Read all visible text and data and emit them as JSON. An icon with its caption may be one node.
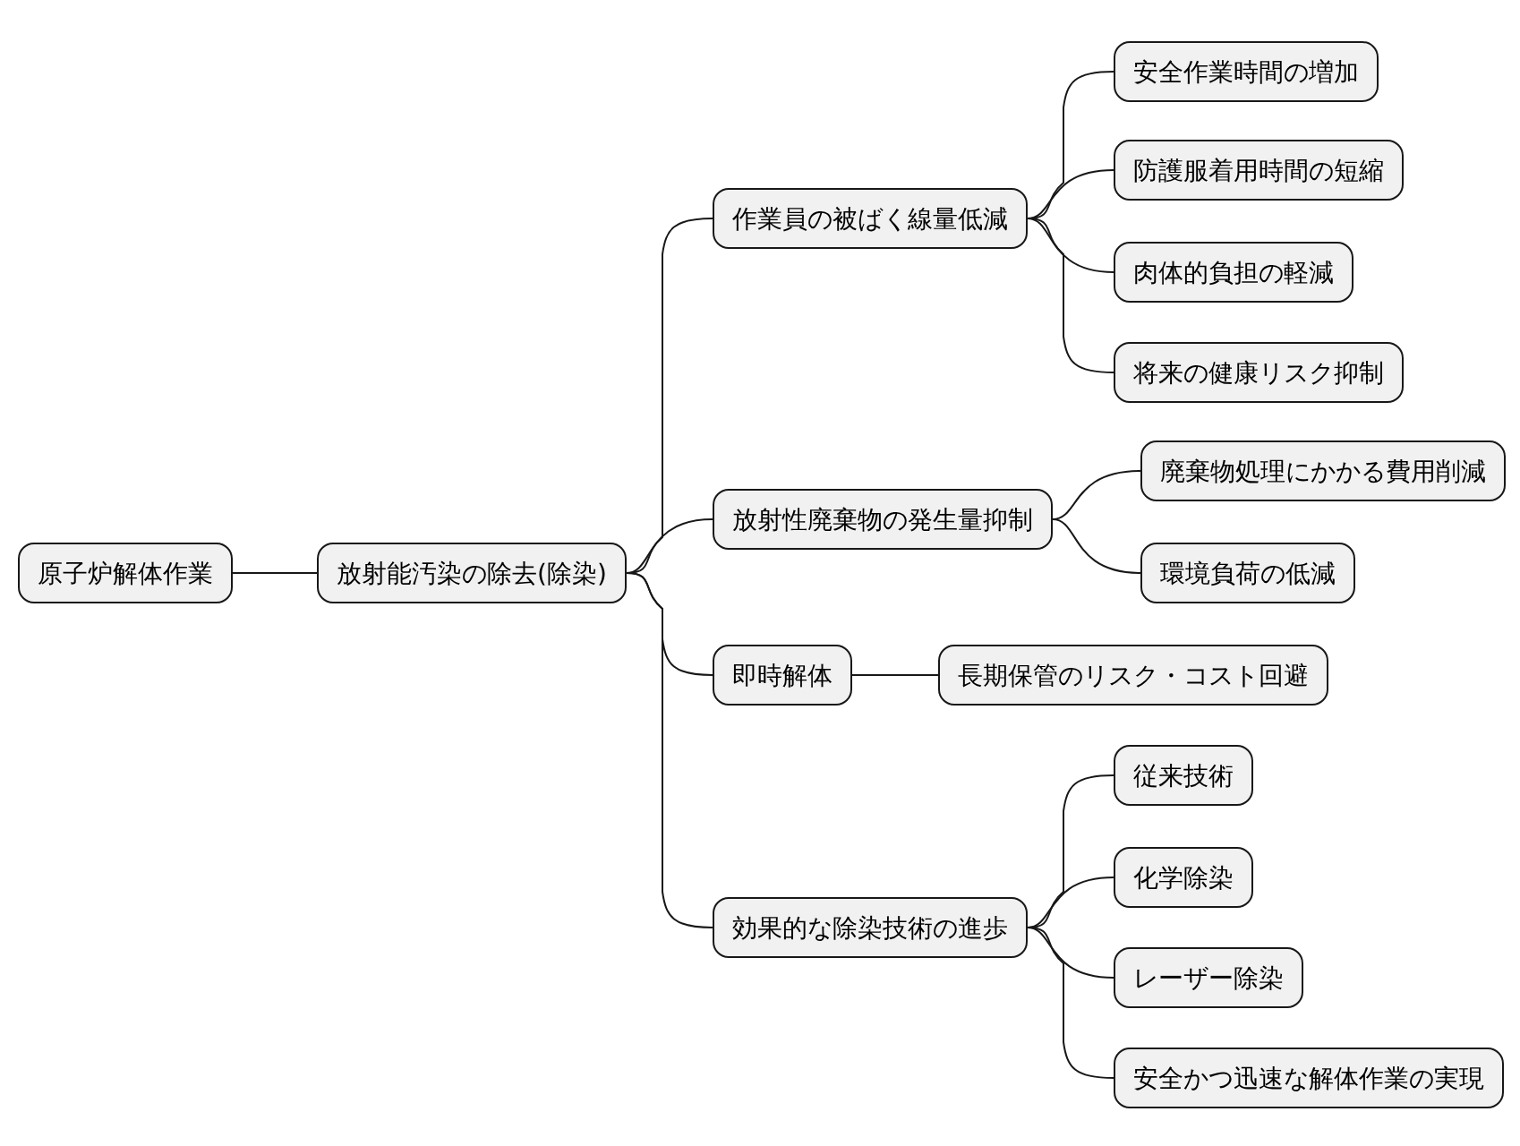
{
  "diagram": {
    "nodes": [
      {
        "text": [
          "原子炉解体作業"
        ]
      },
      {
        "text": [
          "放射能汚染の除去(除染)"
        ]
      },
      {
        "text": [
          "作業員の被ばく線量低減"
        ]
      },
      {
        "text": [
          "安全作業時間の増加"
        ]
      },
      {
        "text": [
          "防護服着用時間の短縮"
        ]
      },
      {
        "text": [
          "肉体的負担の軽減"
        ]
      },
      {
        "text": [
          "将来の健康リスク抑制"
        ]
      },
      {
        "text": [
          "放射性廃棄物の発生量抑制"
        ]
      },
      {
        "text": [
          "廃棄物処理にかかる費用削減"
        ]
      },
      {
        "text": [
          "環境負荷の低減"
        ]
      },
      {
        "text": [
          "即時解体"
        ]
      },
      {
        "text": [
          "長期保管のリスク・コスト回避"
        ]
      },
      {
        "text": [
          "効果的な除染技術の進歩"
        ]
      },
      {
        "text": [
          "従来技術"
        ]
      },
      {
        "text": [
          "化学除染"
        ]
      },
      {
        "text": [
          "レーザー除染"
        ]
      },
      {
        "text": [
          "安全かつ迅速な解体作業の実現"
        ]
      }
    ],
    "edges": [
      {
        "from": 0,
        "to": 1,
        "arrow": "none"
      },
      {
        "from": 1,
        "to": 2,
        "arrow": "none"
      },
      {
        "from": 2,
        "to": 3,
        "arrow": "none"
      },
      {
        "from": 2,
        "to": 4,
        "arrow": "none"
      },
      {
        "from": 2,
        "to": 5,
        "arrow": "none"
      },
      {
        "from": 2,
        "to": 6,
        "arrow": "none"
      },
      {
        "from": 1,
        "to": 7,
        "arrow": "none"
      },
      {
        "from": 7,
        "to": 8,
        "arrow": "none"
      },
      {
        "from": 7,
        "to": 9,
        "arrow": "none"
      },
      {
        "from": 1,
        "to": 10,
        "arrow": "none"
      },
      {
        "from": 10,
        "to": 11,
        "arrow": "none"
      },
      {
        "from": 1,
        "to": 12,
        "arrow": "none"
      },
      {
        "from": 12,
        "to": 13,
        "arrow": "none"
      },
      {
        "from": 12,
        "to": 14,
        "arrow": "none"
      },
      {
        "from": 12,
        "to": 15,
        "arrow": "none"
      },
      {
        "from": 12,
        "to": 16,
        "arrow": "none"
      }
    ]
  }
}
